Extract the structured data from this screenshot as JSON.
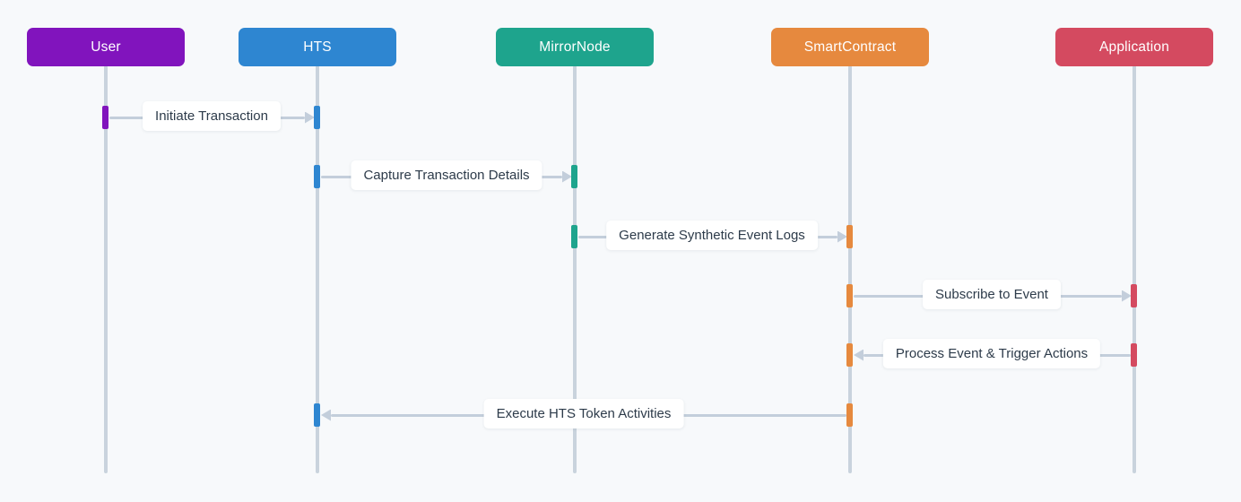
{
  "diagram": {
    "type": "sequence-diagram",
    "background_color": "#f7f9fb",
    "lifeline_color": "#c9d3dd",
    "arrow_color": "#c3cedb",
    "message_label_bg": "#ffffff",
    "message_label_text_color": "#2d3b4a",
    "participants": [
      {
        "id": "user",
        "label": "User",
        "color": "#8114bd"
      },
      {
        "id": "hts",
        "label": "HTS",
        "color": "#2e86d1"
      },
      {
        "id": "mirrornode",
        "label": "MirrorNode",
        "color": "#1ea48d"
      },
      {
        "id": "smartcontract",
        "label": "SmartContract",
        "color": "#e6893e"
      },
      {
        "id": "application",
        "label": "Application",
        "color": "#d44a60"
      }
    ],
    "messages": [
      {
        "from": "user",
        "to": "hts",
        "direction": "right",
        "label": "Initiate Transaction"
      },
      {
        "from": "hts",
        "to": "mirrornode",
        "direction": "right",
        "label": "Capture Transaction Details"
      },
      {
        "from": "mirrornode",
        "to": "smartcontract",
        "direction": "right",
        "label": "Generate Synthetic Event Logs"
      },
      {
        "from": "smartcontract",
        "to": "application",
        "direction": "right",
        "label": "Subscribe to Event"
      },
      {
        "from": "application",
        "to": "smartcontract",
        "direction": "left",
        "label": "Process Event & Trigger Actions"
      },
      {
        "from": "smartcontract",
        "to": "hts",
        "direction": "left",
        "label": "Execute HTS Token Activities"
      }
    ]
  }
}
